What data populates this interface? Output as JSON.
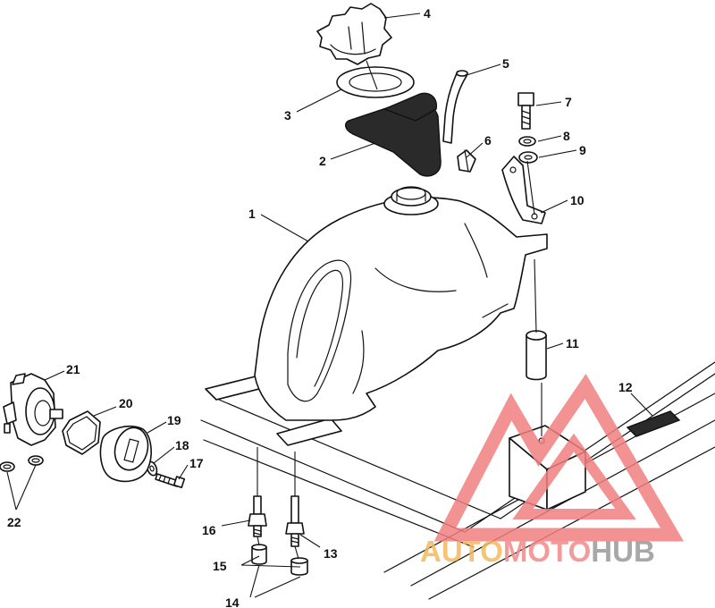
{
  "callouts": [
    "1",
    "2",
    "3",
    "4",
    "5",
    "6",
    "7",
    "8",
    "9",
    "10",
    "11",
    "12",
    "13",
    "14",
    "15",
    "16",
    "17",
    "18",
    "19",
    "20",
    "21",
    "22"
  ],
  "watermark": {
    "part1": "AUTO",
    "part2": "MOTO",
    "part3": "HUB",
    "color1": "#f5b95e",
    "color2": "#f28a8a",
    "color3": "#9a9a9a",
    "triangle_color": "#f07f7f"
  }
}
